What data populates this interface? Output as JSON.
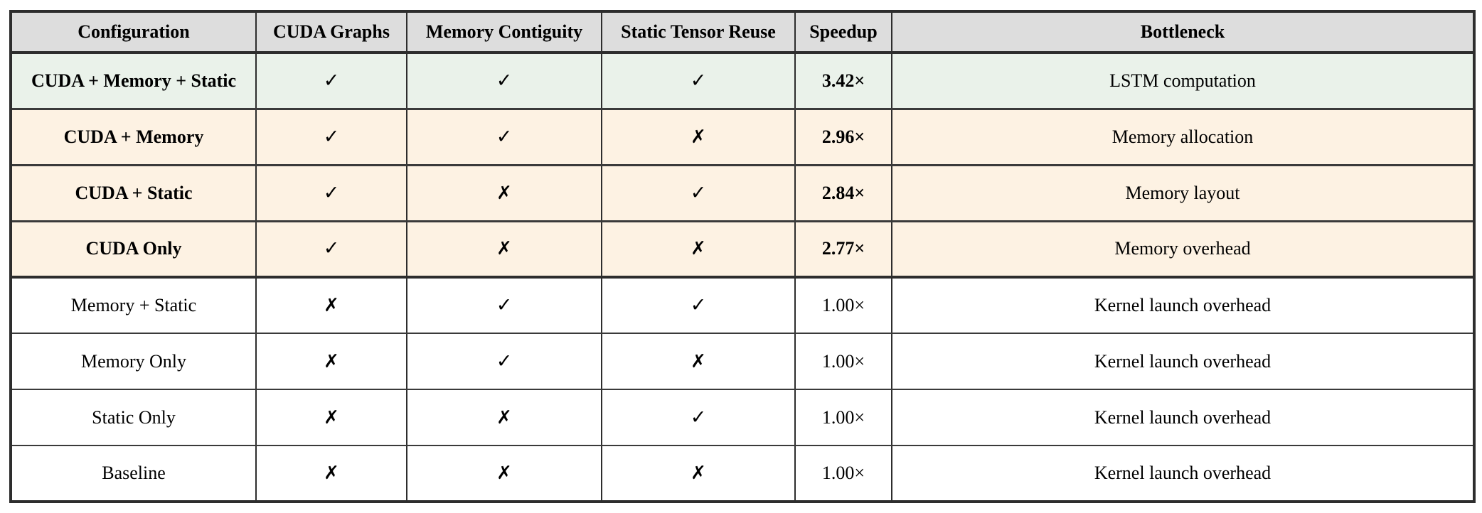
{
  "table": {
    "name": "ablation-results-table",
    "columns": [
      {
        "key": "configuration",
        "label": "Configuration"
      },
      {
        "key": "cuda_graphs",
        "label": "CUDA Graphs"
      },
      {
        "key": "memory_contiguity",
        "label": "Memory Contiguity"
      },
      {
        "key": "static_tensor_reuse",
        "label": "Static Tensor Reuse"
      },
      {
        "key": "speedup",
        "label": "Speedup"
      },
      {
        "key": "bottleneck",
        "label": "Bottleneck"
      }
    ],
    "marks": {
      "yes": "✓",
      "no": "✗",
      "yes_name": "check-icon",
      "no_name": "cross-icon"
    },
    "colors": {
      "header_bg": "#dddddd",
      "best_row_bg": "#eaf2ea",
      "accelerated_row_bg": "#fdf2e3",
      "plain_row_bg": "#ffffff",
      "border": "#2d2d2d",
      "text": "#000000"
    },
    "rows": [
      {
        "configuration": "CUDA + Memory + Static",
        "cuda_graphs": "✓",
        "memory_contiguity": "✓",
        "static_tensor_reuse": "✓",
        "speedup": "3.42×",
        "bottleneck": "LSTM computation",
        "highlight": "green",
        "emphasis": true
      },
      {
        "configuration": "CUDA + Memory",
        "cuda_graphs": "✓",
        "memory_contiguity": "✓",
        "static_tensor_reuse": "✗",
        "speedup": "2.96×",
        "bottleneck": "Memory allocation",
        "highlight": "cream",
        "emphasis": true
      },
      {
        "configuration": "CUDA + Static",
        "cuda_graphs": "✓",
        "memory_contiguity": "✗",
        "static_tensor_reuse": "✓",
        "speedup": "2.84×",
        "bottleneck": "Memory layout",
        "highlight": "cream",
        "emphasis": true
      },
      {
        "configuration": "CUDA Only",
        "cuda_graphs": "✓",
        "memory_contiguity": "✗",
        "static_tensor_reuse": "✗",
        "speedup": "2.77×",
        "bottleneck": "Memory overhead",
        "highlight": "cream",
        "emphasis": true
      },
      {
        "configuration": "Memory + Static",
        "cuda_graphs": "✗",
        "memory_contiguity": "✓",
        "static_tensor_reuse": "✓",
        "speedup": "1.00×",
        "bottleneck": "Kernel launch overhead",
        "highlight": "plain",
        "emphasis": false
      },
      {
        "configuration": "Memory Only",
        "cuda_graphs": "✗",
        "memory_contiguity": "✓",
        "static_tensor_reuse": "✗",
        "speedup": "1.00×",
        "bottleneck": "Kernel launch overhead",
        "highlight": "plain",
        "emphasis": false
      },
      {
        "configuration": "Static Only",
        "cuda_graphs": "✗",
        "memory_contiguity": "✗",
        "static_tensor_reuse": "✓",
        "speedup": "1.00×",
        "bottleneck": "Kernel launch overhead",
        "highlight": "plain",
        "emphasis": false
      },
      {
        "configuration": "Baseline",
        "cuda_graphs": "✗",
        "memory_contiguity": "✗",
        "static_tensor_reuse": "✗",
        "speedup": "1.00×",
        "bottleneck": "Kernel launch overhead",
        "highlight": "plain",
        "emphasis": false
      }
    ]
  }
}
